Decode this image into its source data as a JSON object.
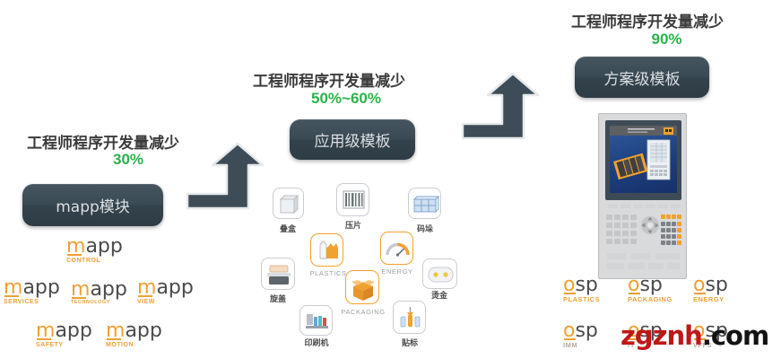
{
  "page": {
    "background": "#ffffff",
    "accent_orange": "#efa033",
    "accent_green": "#2bb24c",
    "slate": "#3a4a55"
  },
  "stages": [
    {
      "id": "stage-mapp",
      "title": "工程师程序开发量减少",
      "percent": "30%",
      "button_label": "mapp模块"
    },
    {
      "id": "stage-application",
      "title": "工程师程序开发量减少",
      "percent": "50%~60%",
      "button_label": "应用级模板"
    },
    {
      "id": "stage-solution",
      "title": "工程师程序开发量减少",
      "percent": "90%",
      "button_label": "方案级模板"
    }
  ],
  "arrows": [
    {
      "name": "arrow-mapp-to-application"
    },
    {
      "name": "arrow-application-to-solution"
    }
  ],
  "mapp_logos": [
    {
      "word_lead": "m",
      "word_rest": "app",
      "sub": "CONTROL"
    },
    {
      "word_lead": "m",
      "word_rest": "app",
      "sub": "SERVICES"
    },
    {
      "word_lead": "m",
      "word_rest": "app",
      "sub": "TECHNOLOGY"
    },
    {
      "word_lead": "m",
      "word_rest": "app",
      "sub": "VIEW"
    },
    {
      "word_lead": "m",
      "word_rest": "app",
      "sub": "SAFETY"
    },
    {
      "word_lead": "m",
      "word_rest": "app",
      "sub": "MOTION"
    }
  ],
  "osp_logos": [
    {
      "word_lead": "o",
      "word_rest": "sp",
      "sub": "PLASTICS"
    },
    {
      "word_lead": "o",
      "word_rest": "sp",
      "sub": "PACKAGING"
    },
    {
      "word_lead": "o",
      "word_rest": "sp",
      "sub": "ENERGY"
    },
    {
      "word_lead": "o",
      "word_rest": "sp",
      "sub": "IMM"
    },
    {
      "word_lead": "o",
      "word_rest": "sp",
      "sub": "IY"
    },
    {
      "word_lead": "o",
      "word_rest": "sp",
      "sub": "VFFS"
    }
  ],
  "app_icons": [
    {
      "name": "icon-cup-stacking",
      "label": "叠盒",
      "lang": "cn",
      "style": "grey"
    },
    {
      "name": "icon-tablet-press",
      "label": "压片",
      "lang": "cn",
      "style": "grey"
    },
    {
      "name": "icon-palletizing",
      "label": "码垛",
      "lang": "cn",
      "style": "grey"
    },
    {
      "name": "icon-plastics",
      "label": "PLASTICS",
      "lang": "en",
      "style": "orange"
    },
    {
      "name": "icon-energy",
      "label": "ENERGY",
      "lang": "en",
      "style": "orange"
    },
    {
      "name": "icon-capping",
      "label": "旋盖",
      "lang": "cn",
      "style": "grey"
    },
    {
      "name": "icon-hot-stamping",
      "label": "烫金",
      "lang": "cn",
      "style": "grey"
    },
    {
      "name": "icon-packaging",
      "label": "PACKAGING",
      "lang": "en",
      "style": "orange"
    },
    {
      "name": "icon-printing",
      "label": "印刷机",
      "lang": "cn",
      "style": "grey"
    },
    {
      "name": "icon-labeling",
      "label": "贴标",
      "lang": "cn",
      "style": "grey"
    }
  ],
  "hmi_panel": {
    "name": "hmi-operator-panel"
  },
  "watermark": {
    "red_text": "zgznh",
    "black_text": ".com"
  }
}
